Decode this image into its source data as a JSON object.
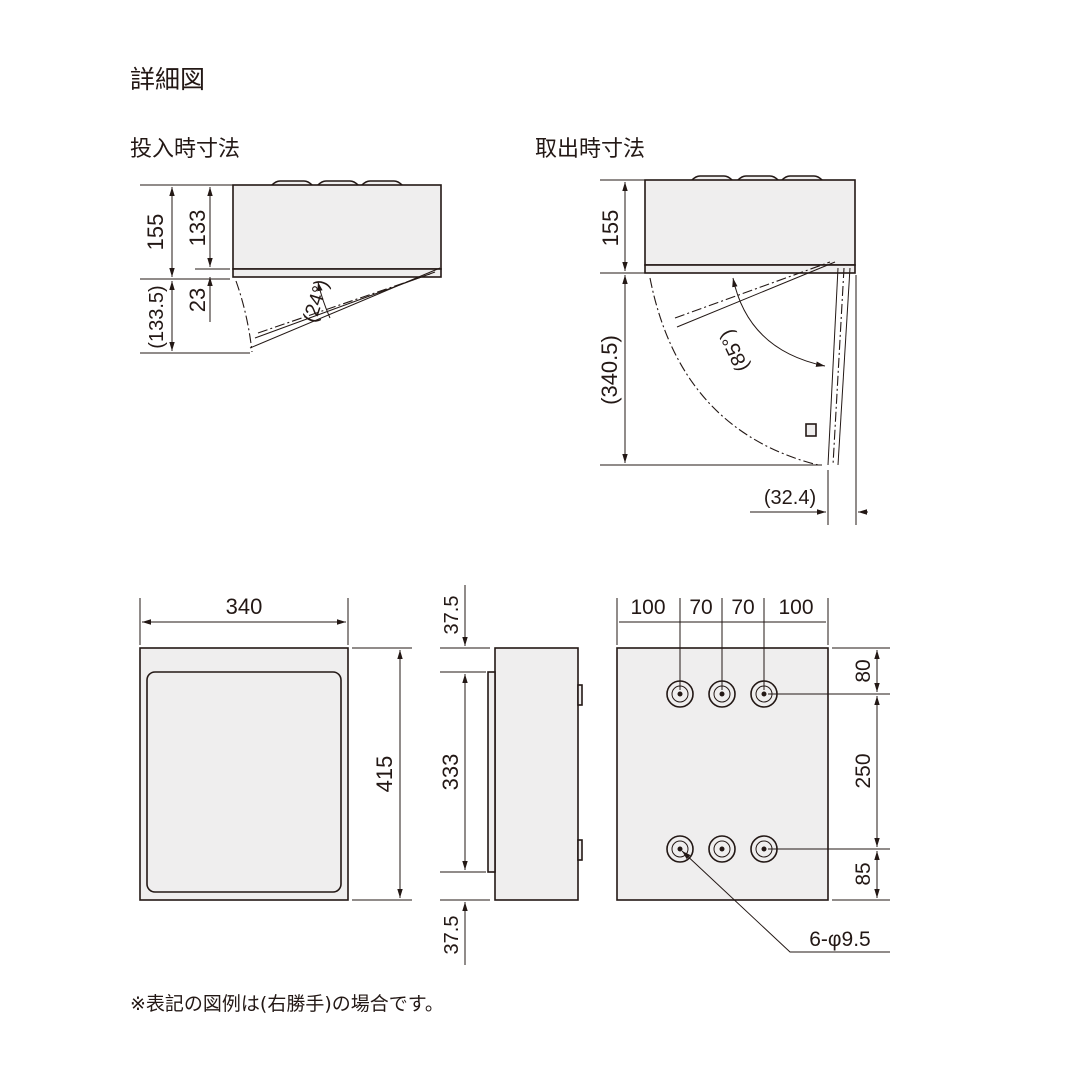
{
  "title": "詳細図",
  "insert_view": {
    "label": "投入時寸法",
    "dims": {
      "total": "155",
      "body": "133",
      "gap": "23",
      "open": "(133.5)",
      "angle": "(24°)"
    }
  },
  "remove_view": {
    "label": "取出時寸法",
    "dims": {
      "body": "155",
      "open": "(340.5)",
      "angle": "(85°)",
      "offset": "(32.4)"
    }
  },
  "front_view": {
    "width": "340",
    "height": "415"
  },
  "side_view": {
    "top": "37.5",
    "door": "333",
    "bottom": "37.5"
  },
  "back_view": {
    "top_dims": [
      "100",
      "70",
      "70",
      "100"
    ],
    "right_dims": [
      "80",
      "250",
      "85"
    ],
    "holes": "6-φ9.5"
  },
  "note": "※表記の図例は(右勝手)の場合です。"
}
